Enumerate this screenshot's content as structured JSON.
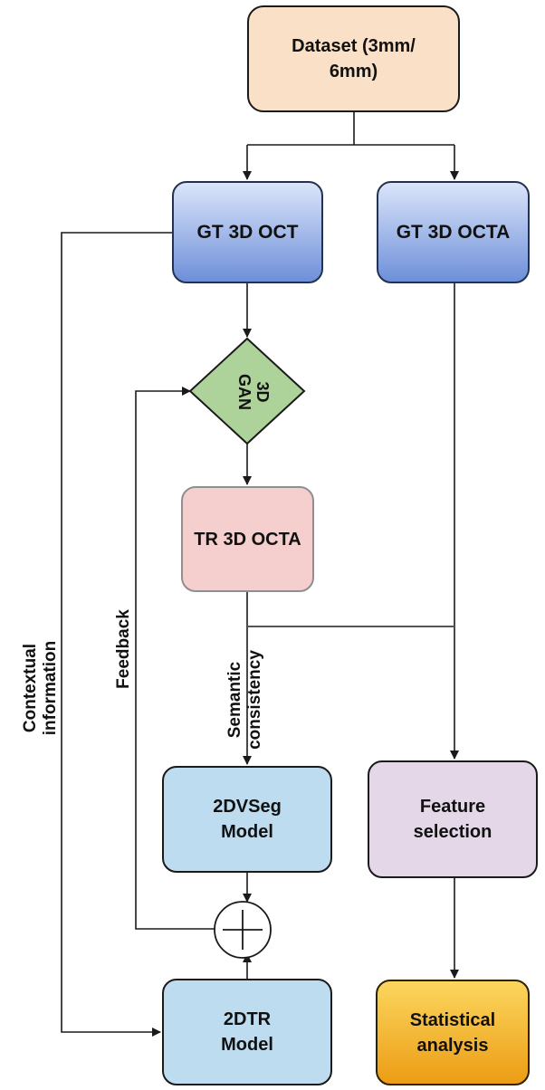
{
  "nodes": {
    "dataset": "Dataset (3mm/\n6mm)",
    "gt_3d_oct": "GT 3D OCT",
    "gt_3d_octa": "GT 3D OCTA",
    "gan": "3D\nGAN",
    "tr_3d_octa": "TR 3D OCTA",
    "vseg_model": "2DVSeg\nModel",
    "feature_selection": "Feature\nselection",
    "dtr_model": "2DTR\nModel",
    "statistical_analysis": "Statistical\nanalysis"
  },
  "edge_labels": {
    "contextual": "Contextual\ninformation",
    "feedback": "Feedback",
    "semantic": "Semantic\nconsistency"
  },
  "colors": {
    "dataset_fill": "#f9e0c6",
    "gt_fill_top": "#dbe5fa",
    "gt_fill_bottom": "#6e8fd9",
    "gan_fill": "#aed39a",
    "tr_fill": "#f5cfcd",
    "model_fill": "#bedcf0",
    "feature_fill": "#e4d7e8",
    "stat_fill_top": "#fbd65e",
    "stat_fill_bottom": "#ec9d14",
    "line": "#1a1a1a",
    "split_line": "#555555"
  },
  "icons": {
    "combine": "circle-plus-icon",
    "arrowhead": "triangle-arrowhead"
  }
}
